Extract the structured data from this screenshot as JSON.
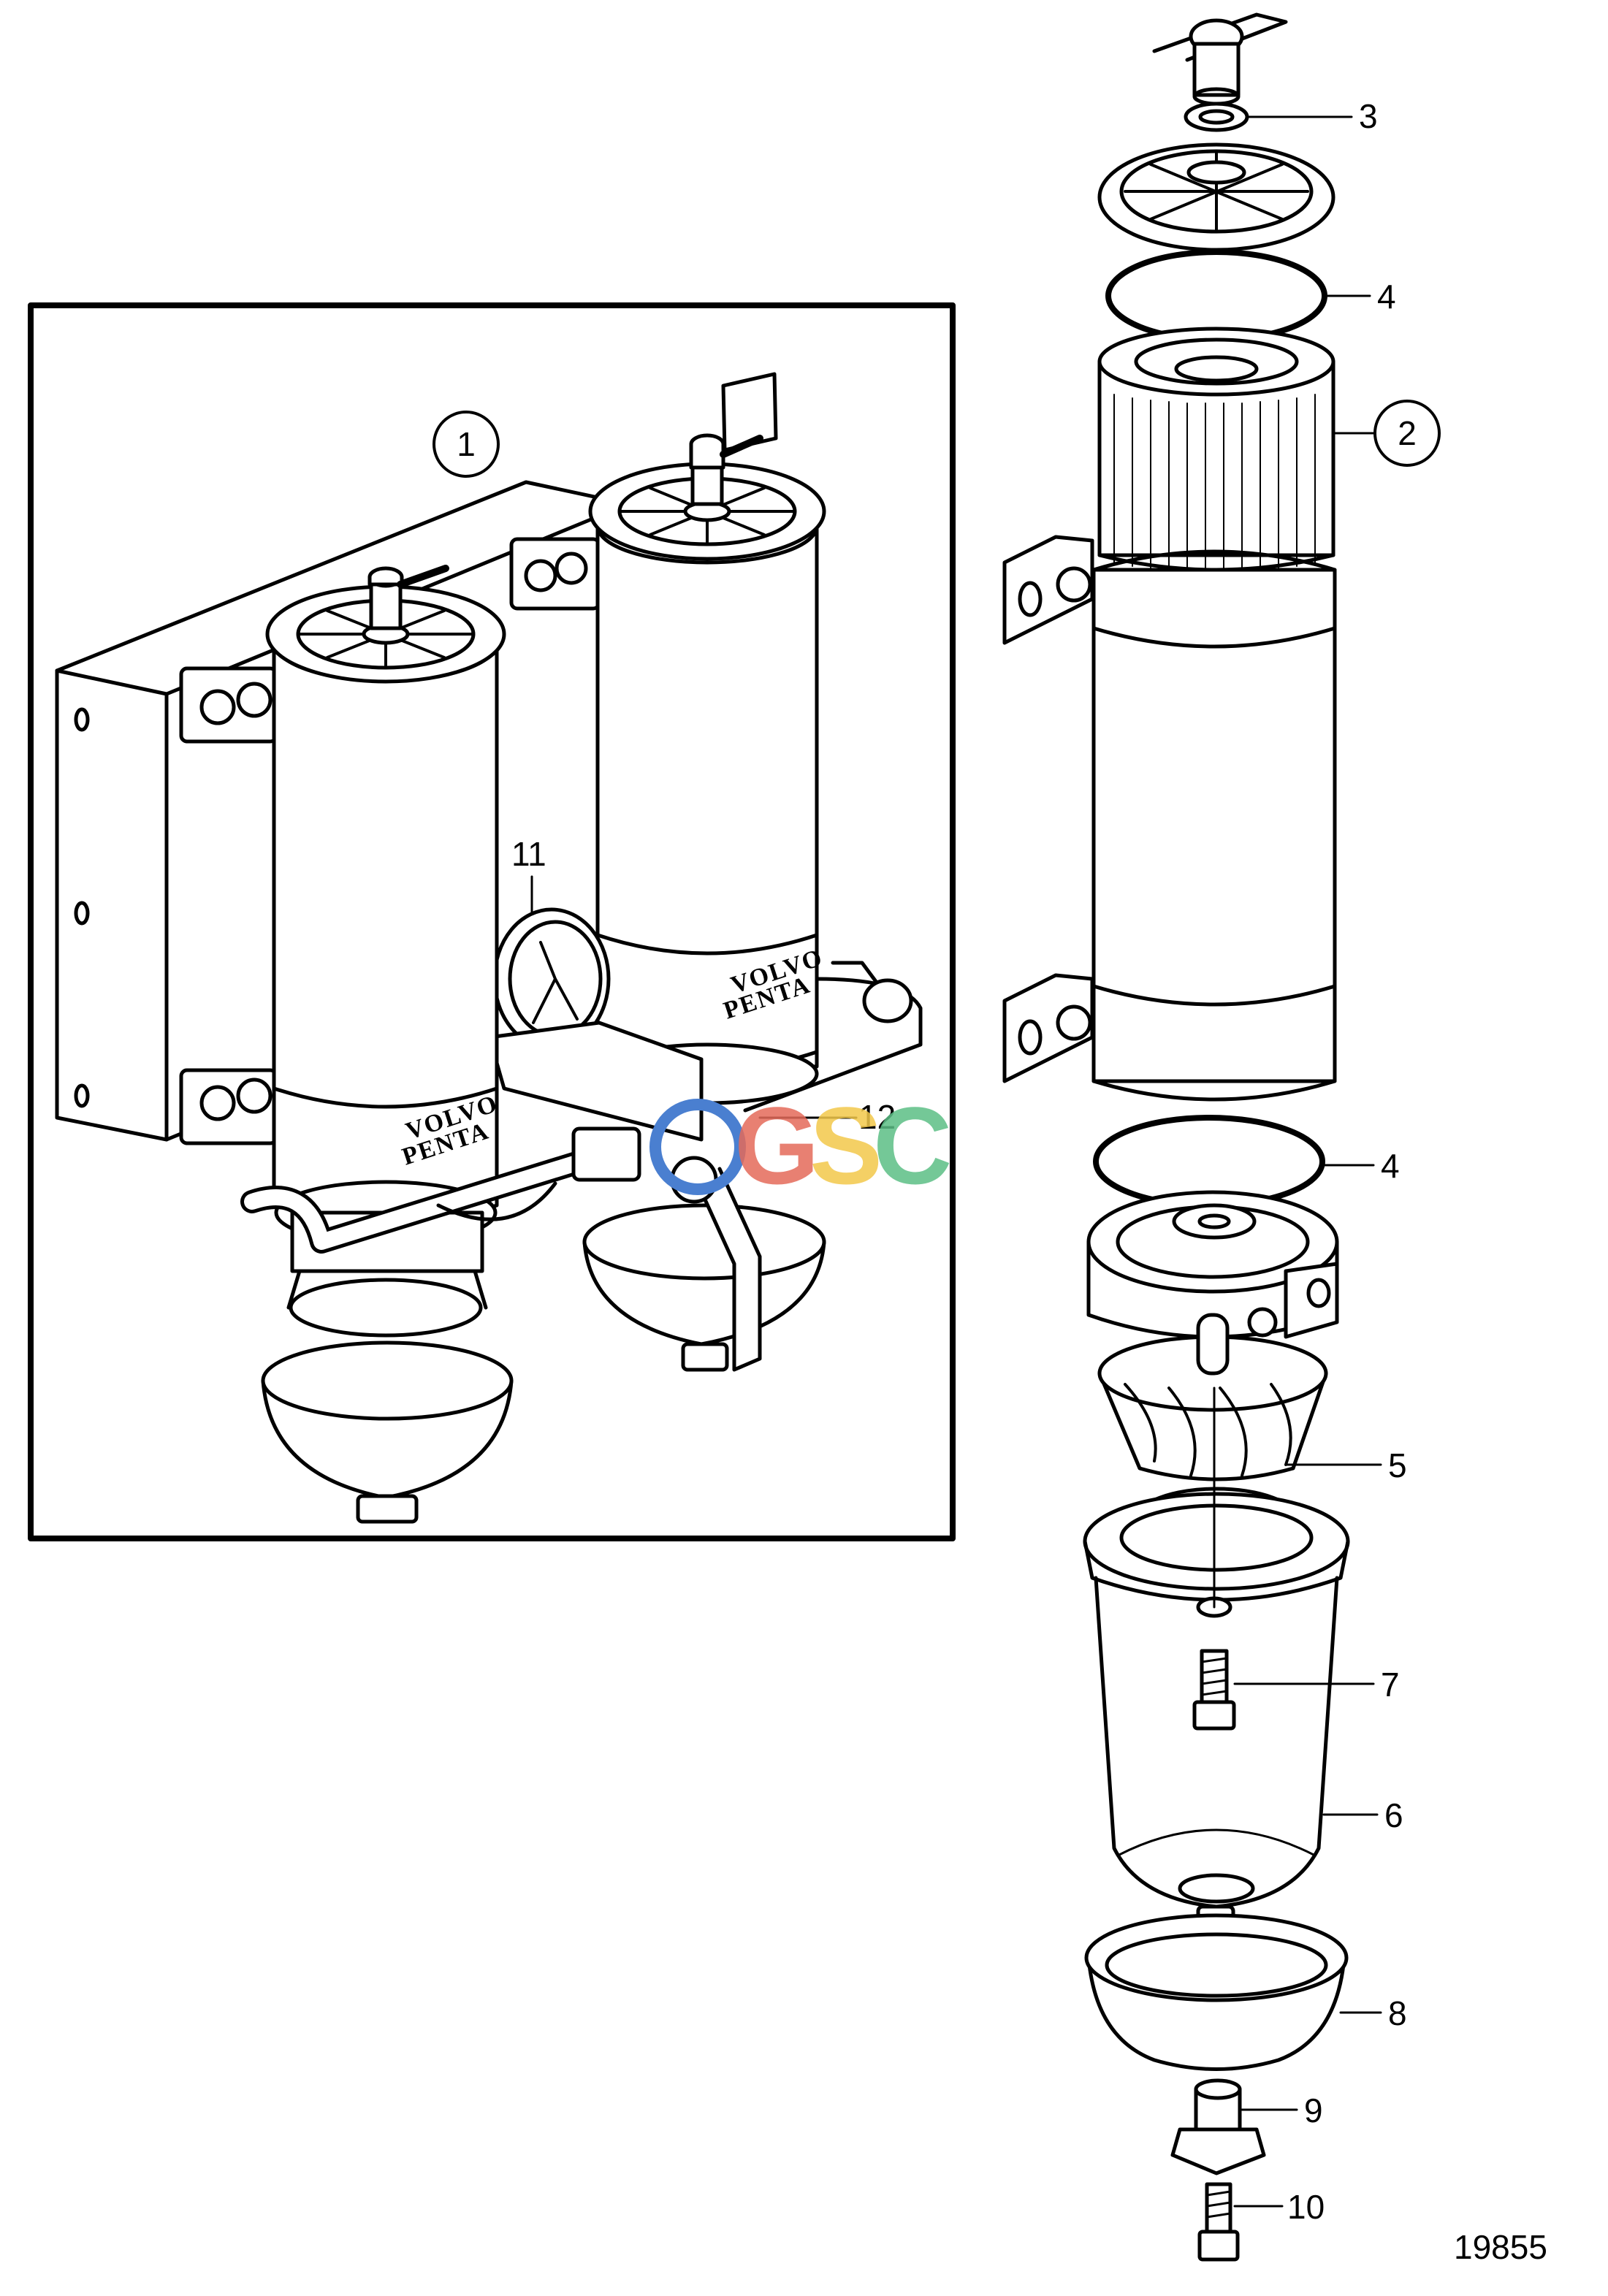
{
  "callouts": {
    "c1": "1",
    "c2": "2",
    "c3": "3",
    "c4a": "4",
    "c4b": "4",
    "c5": "5",
    "c6": "6",
    "c7": "7",
    "c8": "8",
    "c9": "9",
    "c10": "10",
    "c11": "11",
    "c12": "12"
  },
  "brand_left": {
    "line1": "VOLVO",
    "line2": "PENTA"
  },
  "brand_right": {
    "line1": "VOLVO",
    "line2": "PENTA"
  },
  "figure_number": "19855",
  "watermark": {
    "letters": [
      "G",
      "S",
      "C"
    ],
    "colors": [
      "#4a7fd0",
      "#e46a5a",
      "#f3c84b",
      "#5cbf86"
    ]
  }
}
